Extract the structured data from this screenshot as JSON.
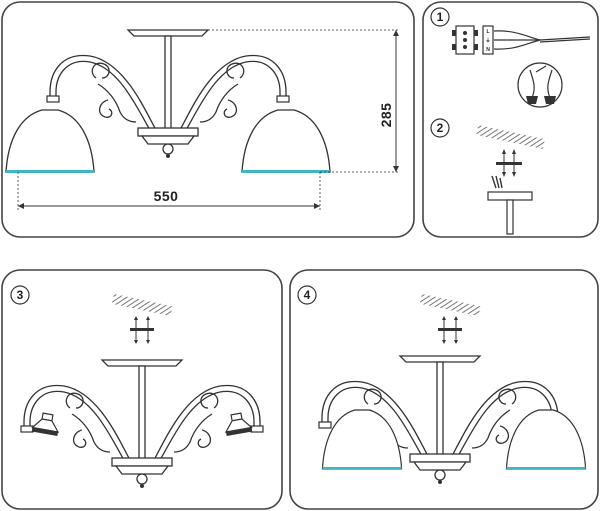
{
  "dimensions": {
    "width_label": "550",
    "height_label": "285"
  },
  "steps": [
    {
      "number": "1",
      "wire_labels": [
        "L",
        "⏚",
        "N"
      ]
    },
    {
      "number": "2"
    },
    {
      "number": "3"
    },
    {
      "number": "4"
    }
  ],
  "colors": {
    "line": "#333333",
    "panel_border": "#444444",
    "accent_stripe": "#3fb6c4",
    "hatch": "#555555"
  }
}
